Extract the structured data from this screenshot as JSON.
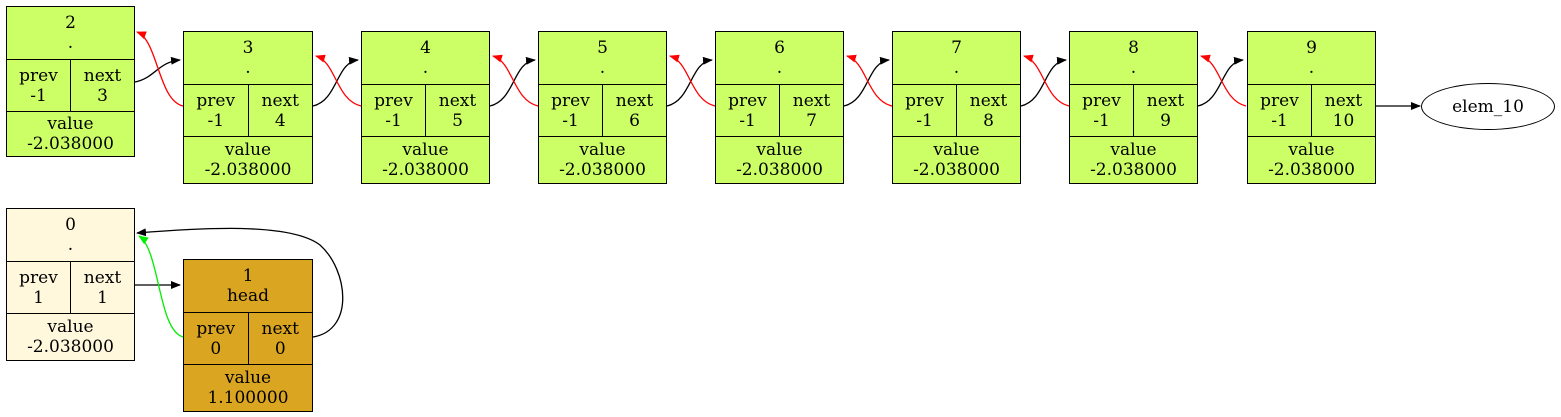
{
  "colors": {
    "normal_fill": "#ccff66",
    "free_fill": "#fff8dc",
    "head_fill": "#daa520",
    "edge_next": "#000000",
    "edge_prev_red": "#ff0000",
    "edge_prev_green": "#00ee00"
  },
  "labels": {
    "prev": "prev",
    "next": "next",
    "value": "value"
  },
  "nodes": [
    {
      "id": "2",
      "tag": ".",
      "prev": "-1",
      "next": "3",
      "value": "-2.038000"
    },
    {
      "id": "3",
      "tag": ".",
      "prev": "-1",
      "next": "4",
      "value": "-2.038000"
    },
    {
      "id": "4",
      "tag": ".",
      "prev": "-1",
      "next": "5",
      "value": "-2.038000"
    },
    {
      "id": "5",
      "tag": ".",
      "prev": "-1",
      "next": "6",
      "value": "-2.038000"
    },
    {
      "id": "6",
      "tag": ".",
      "prev": "-1",
      "next": "7",
      "value": "-2.038000"
    },
    {
      "id": "7",
      "tag": ".",
      "prev": "-1",
      "next": "8",
      "value": "-2.038000"
    },
    {
      "id": "8",
      "tag": ".",
      "prev": "-1",
      "next": "9",
      "value": "-2.038000"
    },
    {
      "id": "9",
      "tag": ".",
      "prev": "-1",
      "next": "10",
      "value": "-2.038000"
    },
    {
      "id": "0",
      "tag": ".",
      "prev": "1",
      "next": "1",
      "value": "-2.038000"
    },
    {
      "id": "1",
      "tag": "head",
      "prev": "0",
      "next": "0",
      "value": "1.100000"
    }
  ],
  "terminal": "elem_10"
}
